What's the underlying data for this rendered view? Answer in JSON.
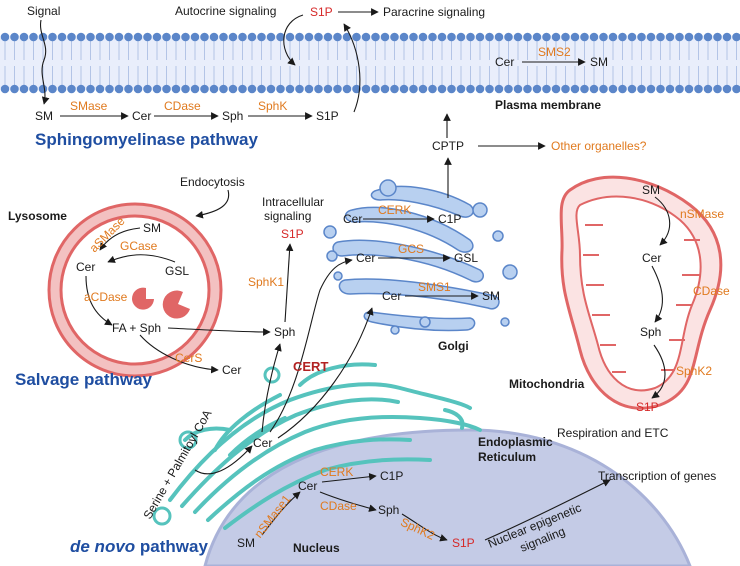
{
  "labels": {
    "signal": "Signal",
    "autocrine": "Autocrine signaling",
    "s1p_top": "S1P",
    "paracrine": "Paracrine signaling",
    "pm_cer": "Cer",
    "pm_sms2": "SMS2",
    "pm_sm": "SM",
    "sm": "SM",
    "smase": "SMase",
    "cer": "Cer",
    "cdase": "CDase",
    "sph": "Sph",
    "sphk": "SphK",
    "s1p": "S1P",
    "plasma_membrane": "Plasma membrane",
    "sphingomyelinase_pathway": "Sphingomyelinase pathway",
    "cptp": "CPTP",
    "other_organelles": "Other organelles?",
    "endocytosis": "Endocytosis",
    "lysosome": "Lysosome",
    "ly_asmase": "aSMase",
    "ly_sm": "SM",
    "ly_gcase": "GCase",
    "ly_cer": "Cer",
    "ly_gsl": "GSL",
    "ly_acdase": "aCDase",
    "ly_fa_sph": "FA + Sph",
    "cers": "CerS",
    "cer_salvage": "Cer",
    "salvage_pathway": "Salvage pathway",
    "intracellular_1": "Intracellular",
    "intracellular_2": "signaling",
    "s1p_intra": "S1P",
    "sphk1": "SphK1",
    "sph_mid": "Sph",
    "cert": "CERT",
    "g_cer1": "Cer",
    "g_cerk": "CERK",
    "g_c1p": "C1P",
    "g_cer2": "Cer",
    "g_gcs": "GCS",
    "g_gsl": "GSL",
    "g_cer3": "Cer",
    "g_sms1": "SMS1",
    "g_sm": "SM",
    "golgi": "Golgi",
    "m_sm": "SM",
    "m_nsmase": "nSMase",
    "m_cer": "Cer",
    "m_cdase": "CDase",
    "m_sph": "Sph",
    "m_sphk2": "SphK2",
    "m_s1p": "S1P",
    "mitochondria": "Mitochondria",
    "respiration": "Respiration and ETC",
    "serine_pcoa": "Serine + Palmitoyl CoA",
    "er_cer": "Cer",
    "er_1": "Endoplasmic",
    "er_2": "Reticulum",
    "transcription": "Transcription of genes",
    "n_cerk": "CERK",
    "n_c1p": "C1P",
    "n_cer": "Cer",
    "n_nsmase1": "nSMase1",
    "n_cdase": "CDase",
    "n_sph": "Sph",
    "n_sm": "SM",
    "n_sphk2": "SphK2",
    "n_s1p": "S1P",
    "nuc_epi_1": "Nuclear epigenetic",
    "nuc_epi_2": "signaling",
    "nucleus": "Nucleus",
    "denovo_italic": "de novo",
    "denovo_rest": " pathway"
  },
  "colors": {
    "title_blue": "#1f4ea1",
    "enzyme_orange": "#e07a1f",
    "s1p_red": "#d62828",
    "membrane_blue": "#5b86c9",
    "golgi_blue": "#8db4e6",
    "lysosome_red": "#e06666",
    "er_teal": "#56c3bd",
    "nucleus_blue": "#c4cbe6"
  }
}
